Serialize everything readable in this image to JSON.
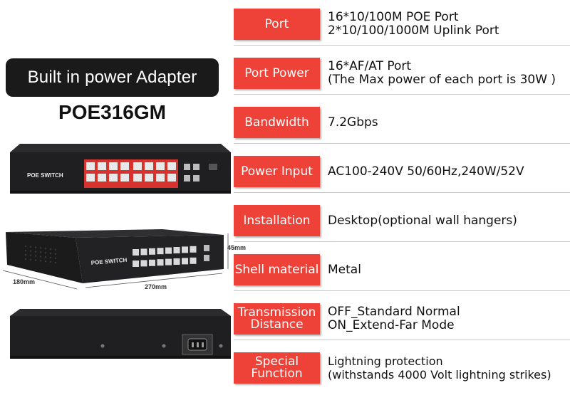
{
  "banner": "Built in power Adapter",
  "model": "POE316GM",
  "device_front_label": "POE SWITCH",
  "device_angle_label": "POE SWITCH",
  "dimensions": {
    "height": "45mm",
    "depth": "180mm",
    "width": "270mm"
  },
  "specs": [
    {
      "label": [
        "Port"
      ],
      "value": [
        "16*10/100M POE Port",
        "2*10/100/1000M Uplink Port"
      ]
    },
    {
      "label": [
        "Port Power"
      ],
      "value": [
        "16*AF/AT Port",
        "(The Max power of each port is 30W )"
      ]
    },
    {
      "label": [
        "Bandwidth"
      ],
      "value": [
        "7.2Gbps"
      ]
    },
    {
      "label": [
        "Power Input"
      ],
      "value": [
        "AC100-240V 50/60Hz,240W/52V"
      ]
    },
    {
      "label": [
        "Installation"
      ],
      "value": [
        "Desktop(optional wall hangers)"
      ]
    },
    {
      "label": [
        "Shell material"
      ],
      "value": [
        "Metal"
      ]
    },
    {
      "label": [
        "Transmission",
        "Distance"
      ],
      "value": [
        "OFF_Standard Normal",
        "ON_Extend-Far Mode"
      ]
    },
    {
      "label": [
        "Special",
        "Function"
      ],
      "value": [
        "Lightning protection",
        "(withstands 4000 Volt lightning  strikes)"
      ]
    }
  ],
  "colors": {
    "label_bg": "#ee4239",
    "banner_bg": "#1a1a1a",
    "device_body": "#1f1f21",
    "port_panel": "#d8322f"
  }
}
